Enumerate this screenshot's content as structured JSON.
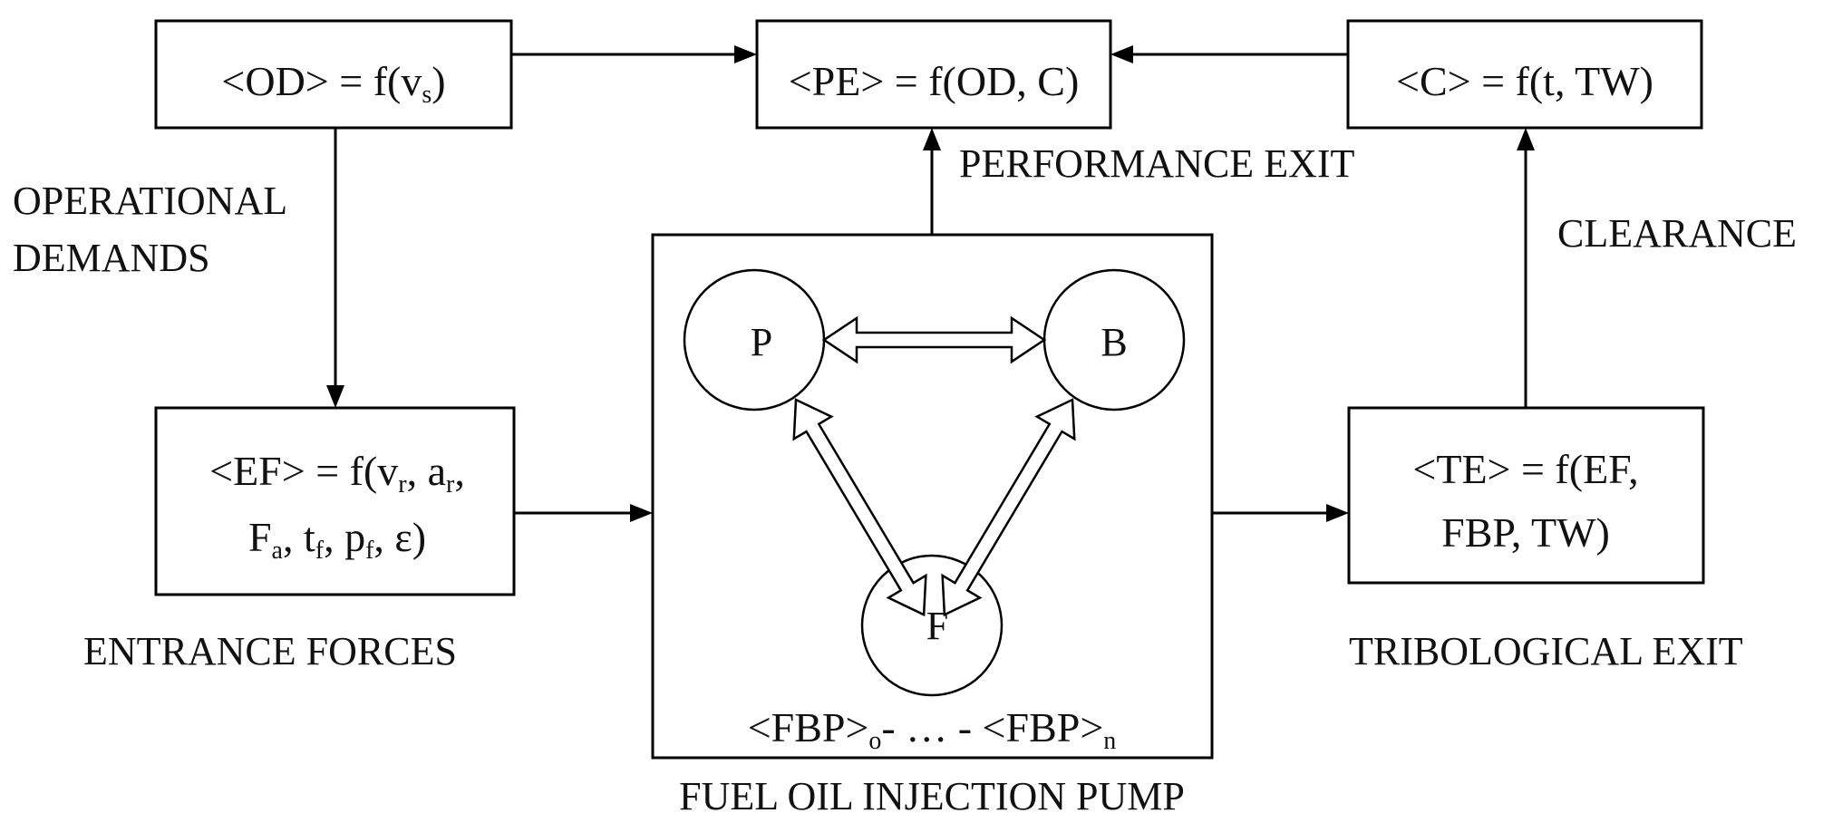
{
  "boxes": {
    "od": {
      "line1": "<OD> = f(v",
      "sub1": "s",
      "end1": ")"
    },
    "pe": {
      "line1": "<PE> = f(OD, C)"
    },
    "c": {
      "line1": "<C> = f(t, TW)"
    },
    "ef": {
      "l1_a": "<EF> = f(v",
      "l1_sub_a": "r",
      "l1_b": ", a",
      "l1_sub_b": "r",
      "l1_c": ",",
      "l2_a": "F",
      "l2_sub_a": "a",
      "l2_b": ", t",
      "l2_sub_b": "f",
      "l2_c": ", p",
      "l2_sub_c": "f",
      "l2_d": ", ε)"
    },
    "te": {
      "line1": "<TE> = f(EF,",
      "line2": "FBP, TW)"
    }
  },
  "labels": {
    "operational_1": "OPERATIONAL",
    "operational_2": "DEMANDS",
    "performance_exit": "PERFORMANCE EXIT",
    "clearance": "CLEARANCE",
    "entrance_forces": "ENTRANCE FORCES",
    "tribological_exit": "TRIBOLOGICAL EXIT",
    "pump": "FUEL OIL INJECTION PUMP"
  },
  "pump": {
    "nodes": {
      "p": "P",
      "b": "B",
      "f": "F"
    },
    "fbp_a": "<FBP>",
    "fbp_sub_a": "o",
    "fbp_mid": "- … - <FBP>",
    "fbp_sub_b": "n"
  },
  "colors": {
    "line": "#000000",
    "label": "#111111"
  }
}
